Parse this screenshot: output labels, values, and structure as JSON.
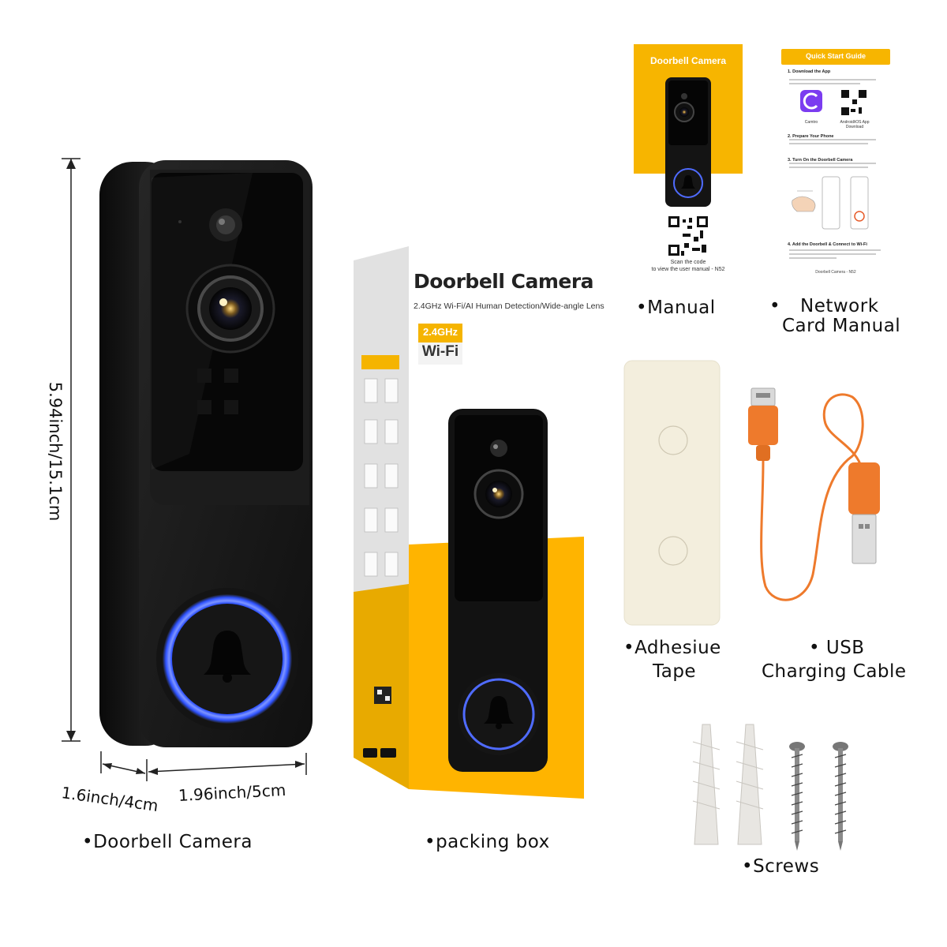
{
  "dimensions": {
    "height": "5.94inch/15.1cm",
    "depth": "1.6inch/4cm",
    "width": "1.96inch/5cm"
  },
  "box": {
    "title": "Doorbell Camera",
    "subtitle": "2.4GHz Wi-Fi/AI Human Detection/Wide-angle Lens",
    "badge_top": "2.4GHz",
    "badge_bottom": "Wi-Fi"
  },
  "manual": {
    "title": "Doorbell Camera",
    "qr_caption": "Scan the code\nto view the user manual - N52"
  },
  "quick_guide": {
    "title": "Quick Start Guide",
    "step1": "1. Download the App",
    "step2": "2. Prepare Your Phone",
    "step3": "3. Turn On the Doorbell Camera",
    "step4": "4. Add the Doorbell & Connect to Wi-Fi",
    "app_label": "Camtro",
    "app_sub": "Android/iOS App Download",
    "footer": "Doorbell Camera - N52"
  },
  "captions": {
    "doorbell": "•Doorbell Camera",
    "box": "•packing box",
    "manual": "•Manual",
    "network_bullet": "•",
    "network_line1": "Network",
    "network_line2": "Card Manual",
    "tape_line1": "•Adhesiue",
    "tape_line2": "Tape",
    "usb_line1": "• USB",
    "usb_line2": "Charging Cable",
    "screws": "•Screws"
  },
  "colors": {
    "accent_orange": "#f7b500",
    "device_black": "#141414",
    "ring_blue": "#3b5bff",
    "cable_orange": "#ee7a2c",
    "tape": "#f3eedd"
  }
}
